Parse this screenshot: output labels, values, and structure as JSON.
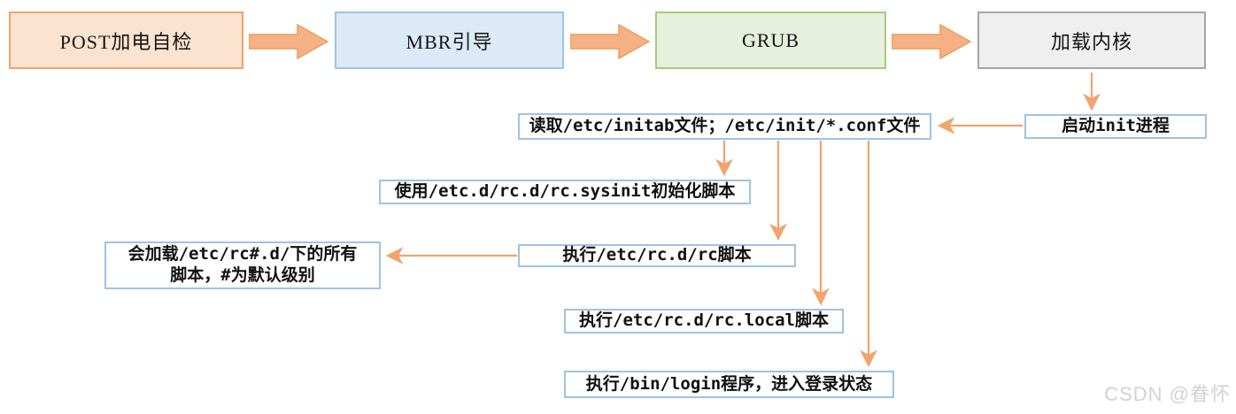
{
  "flow": {
    "stages": [
      {
        "id": "post",
        "label": "POST加电自检",
        "fill": "#fbe3d0",
        "border": "#efa36c"
      },
      {
        "id": "mbr",
        "label": "MBR引导",
        "fill": "#dce9f6",
        "border": "#9dc3e6"
      },
      {
        "id": "grub",
        "label": "GRUB",
        "fill": "#e6f0dc",
        "border": "#a8c97f"
      },
      {
        "id": "kernel",
        "label": "加载内核",
        "fill": "#f0efef",
        "border": "#a6a6a6"
      }
    ],
    "steps": {
      "init": "启动init进程",
      "read": "读取/etc/initab文件；/etc/init/*.conf文件",
      "sysinit": "使用/etc.d/rc.d/rc.sysinit初始化脚本",
      "rc": "执行/etc/rc.d/rc脚本",
      "load_line1": "会加载/etc/rc#.d/下的所有",
      "load_line2": "脚本，#为默认级别",
      "rclocal": "执行/etc/rc.d/rc.local脚本",
      "login": "执行/bin/login程序，进入登录状态"
    },
    "edges": [
      "kernel -> init (down)",
      "init -> read (left)",
      "read -> sysinit (down)",
      "read -> rc (down)",
      "read -> rclocal (down)",
      "read -> login (down)",
      "rc -> load (left)"
    ],
    "colors": {
      "fat_arrow_fill": "#f5b183",
      "fat_arrow_stroke": "#ed9c5f",
      "thin_arrow": "#f2a36e",
      "step_border": "#9dc3e6"
    },
    "watermark": "CSDN @眷怀"
  }
}
